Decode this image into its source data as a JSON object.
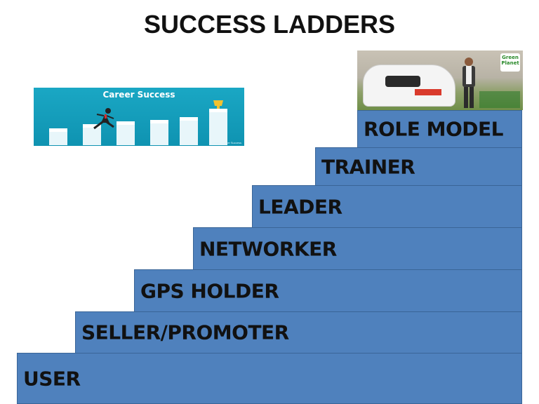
{
  "title": "SUCCESS LADDERS",
  "steps": [
    {
      "label": "USER"
    },
    {
      "label": "SELLER/PROMOTER"
    },
    {
      "label": "GPS HOLDER"
    },
    {
      "label": "NETWORKER"
    },
    {
      "label": "LEADER"
    },
    {
      "label": "TRAINER"
    },
    {
      "label": "ROLE MODEL"
    }
  ],
  "career_image": {
    "title": "Career Success",
    "credit": "Image: Career Success"
  },
  "photo": {
    "logo_text": "Green Planet"
  },
  "colors": {
    "step_fill": "#4f81bd",
    "step_border": "#3a6597",
    "text": "#111111"
  }
}
